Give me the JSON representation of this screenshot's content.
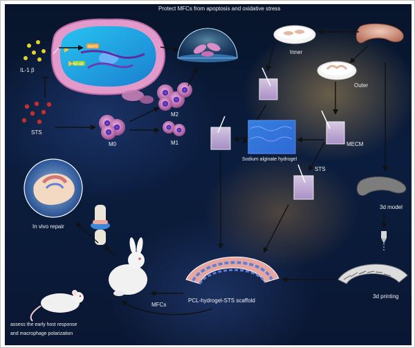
{
  "title": "Protect MFCs from apoptosis and oxidative stress",
  "labels": {
    "il1b": "IL-1 β",
    "sts_left": "STS",
    "m0": "M0",
    "m1": "M1",
    "m2": "M2",
    "inner": "Inner",
    "outer": "Outer",
    "mecm": "MECM",
    "sodium_alginate": "Sodium alginate hydrogel",
    "sts_mid": "STS",
    "model3d": "3d model",
    "printing3d": "3d printing",
    "scaffold": "PCL-hydrogel-STS scaffold",
    "mfcs": "MFCs",
    "in_vivo": "In vivo repair",
    "assess_line1": "assess the early host response",
    "assess_line2": "and macrophage polarization"
  },
  "pathway": {
    "mapk": "MAPK",
    "nfkb": "NF-κB"
  },
  "colors": {
    "background": "#0b1d3e",
    "arrow": "#111111",
    "text": "#f2f2f2",
    "cell_pink": "#d98cc6",
    "hydrogel_blue": "#3b5bd6",
    "meniscus": "#d4a08c"
  }
}
